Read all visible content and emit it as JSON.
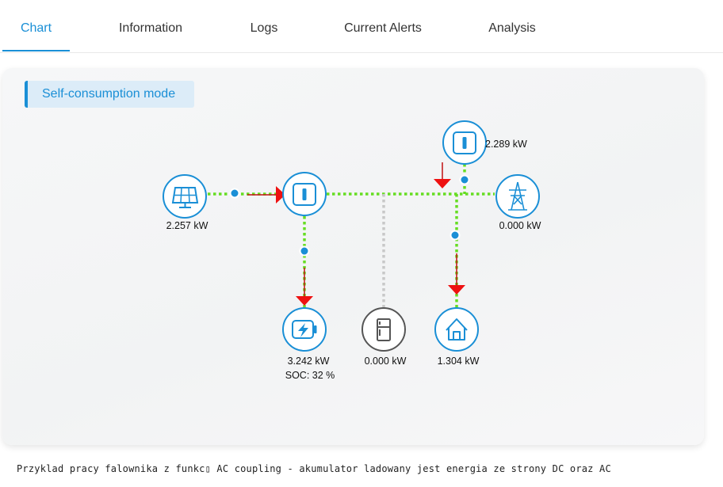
{
  "tabs": [
    {
      "label": "Chart",
      "active": true
    },
    {
      "label": "Information",
      "active": false
    },
    {
      "label": "Logs",
      "active": false
    },
    {
      "label": "Current Alerts",
      "active": false
    },
    {
      "label": "Analysis",
      "active": false
    }
  ],
  "mode": {
    "label": "Self-consumption mode"
  },
  "nodes": {
    "pv": {
      "icon": "solar-panel-icon",
      "power": "2.257 kW"
    },
    "inverter": {
      "icon": "inverter-icon"
    },
    "ac_inverter": {
      "icon": "inverter-icon",
      "power": "2.289 kW"
    },
    "grid": {
      "icon": "power-tower-icon",
      "power": "0.000 kW"
    },
    "battery": {
      "icon": "battery-charging-icon",
      "power": "3.242 kW",
      "soc": "SOC: 32 %"
    },
    "generator": {
      "icon": "generator-icon",
      "power": "0.000 kW"
    },
    "home": {
      "icon": "house-icon",
      "power": "1.304 kW"
    }
  },
  "colors": {
    "accent": "#1a8fd6",
    "flow_line": "#66dd22",
    "idle_line": "#c8c8c8",
    "arrow": "#ee1111"
  },
  "caption": "Przyklad pracy falownika z funkc▯ AC coupling - akumulator ladowany jest energia ze strony DC oraz AC"
}
